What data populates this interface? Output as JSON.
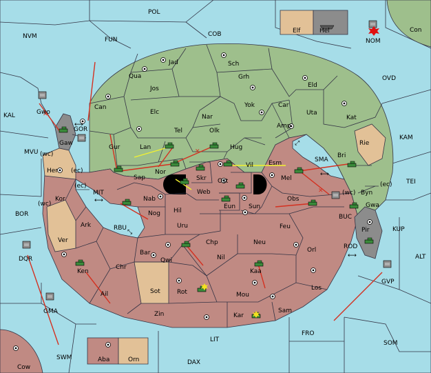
{
  "map": {
    "regions": {
      "pol": "POL",
      "nvm": "NVM",
      "fun": "FUN",
      "cob": "COB",
      "con": "Con",
      "nom": "NOM",
      "ovd": "OVD",
      "kal": "KAL",
      "kam": "KAM",
      "mvu": "MVU",
      "tei": "TEI",
      "bor": "BOR",
      "kup": "KUP",
      "alt": "ALT",
      "dqr": "DQR",
      "gma": "GMA",
      "gvp": "GVP",
      "fro": "FRO",
      "som": "SOM",
      "swm": "SWM",
      "lit": "LIT",
      "dax": "DAX",
      "cow": "Cow",
      "elf": "Elf",
      "hel": "Hel",
      "jad": "Jad",
      "sch": "Sch",
      "qua": "Qua",
      "jos": "Jos",
      "grh": "Grh",
      "eld": "Eld",
      "can": "Can",
      "elc": "Elc",
      "nar": "Nar",
      "yok": "Yok",
      "car": "Car",
      "uta": "Uta",
      "kat": "Kat",
      "gwo": "Gwo",
      "gor": "GOR",
      "gaw": "Gaw",
      "tel": "Tel",
      "olk": "Olk",
      "amp": "Amp",
      "gur": "Gur",
      "lan": "Lan",
      "hug": "Hug",
      "rie": "Rie",
      "bri": "Bri",
      "sma": "SMA",
      "her": "Her",
      "wc1": "(wc)",
      "ec1": "(ec)",
      "nor": "Nor",
      "skr": "Skr",
      "vil": "Vil",
      "esm": "Esm",
      "sap": "Sap",
      "ost": "Ost",
      "mel": "Mel",
      "web": "Web",
      "ec2": "(ec)",
      "mit": "MIT",
      "kor": "Kor",
      "wc2": "(wc)",
      "nab": "Nab",
      "eun": "Eun",
      "sun": "Sun",
      "obs": "Obs",
      "wc3": "(wc)",
      "byn": "Byn",
      "ec3": "(ec)",
      "gwa": "Gwa",
      "hil": "Hil",
      "nog": "Nog",
      "buc": "BUC",
      "ark": "Ark",
      "rbu": "RBU",
      "uru": "Uru",
      "feu": "Feu",
      "pir": "Pir",
      "ver": "Ver",
      "chp": "Chp",
      "neu": "Neu",
      "orl": "Orl",
      "rod": "ROD",
      "bar": "Bar",
      "nil": "Nil",
      "qwi": "Qwi",
      "ken": "Ken",
      "chr": "Chr",
      "kaa": "Kaa",
      "sot": "Sot",
      "rot": "Rot",
      "ail": "Ail",
      "los": "Los",
      "mou": "Mou",
      "zin": "Zin",
      "sam": "Sam",
      "kar": "Kar",
      "aba": "Aba",
      "orn": "Orn"
    }
  },
  "colors": {
    "sea": "#a6dde8",
    "green": "#9ebf8c",
    "red": "#c08a83",
    "tan": "#e2c197",
    "grey": "#8c8c8c",
    "order_red": "#d43020",
    "order_yellow": "#f2f230"
  },
  "icons": {
    "army": "tank-icon",
    "fleet": "ship-icon",
    "supply_center": "supply-center-icon",
    "bidirectional": "double-arrow-icon",
    "dislodged": "star-burst-icon"
  }
}
